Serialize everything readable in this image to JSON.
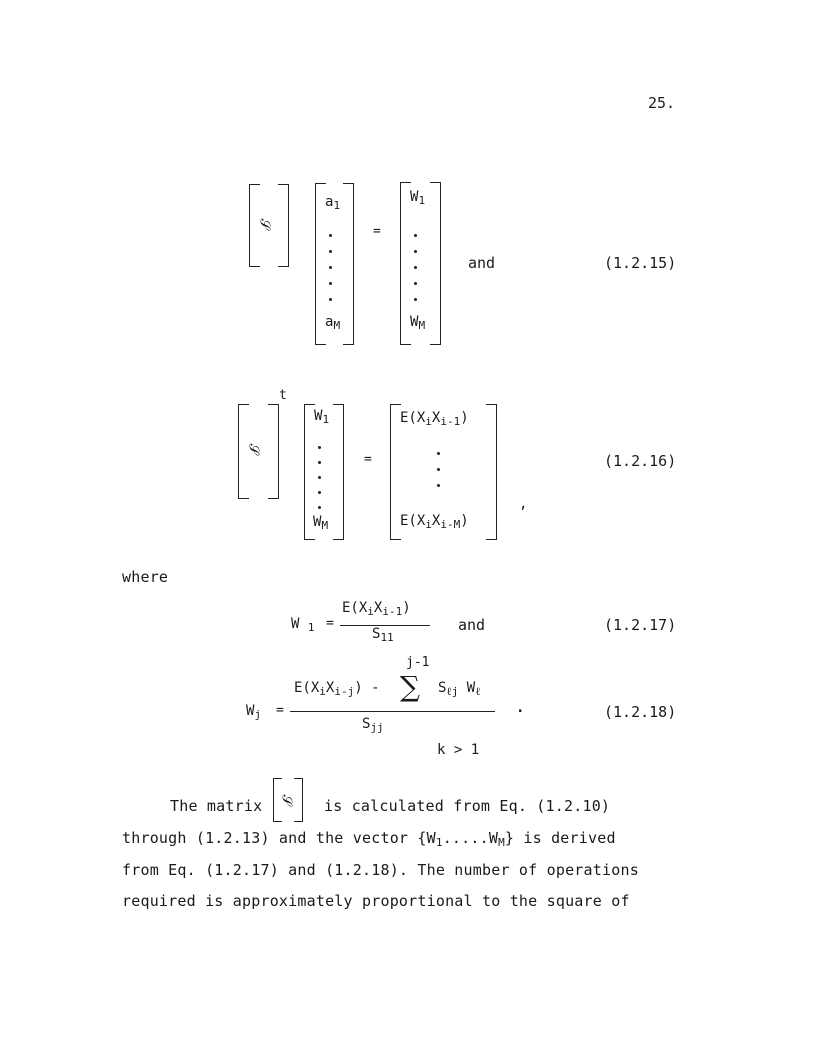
{
  "page": {
    "number": "25."
  },
  "eq_1_2_15": {
    "lhs_symbol": "𝒮",
    "vec_a_top": "a",
    "vec_a_top_sub": "1",
    "vec_a_bot": "a",
    "vec_a_bot_sub": "M",
    "equals": "=",
    "vec_w_top": "W",
    "vec_w_top_sub": "1",
    "vec_w_bot": "W",
    "vec_w_bot_sub": "M",
    "connector": "and",
    "number": "(1.2.15)"
  },
  "eq_1_2_16": {
    "lhs_symbol": "𝒮",
    "transpose": "t",
    "vec_w_top": "W",
    "vec_w_top_sub": "1",
    "vec_w_bot": "W",
    "vec_w_bot_sub": "M",
    "equals": "=",
    "rhs_top": "E(X",
    "rhs_top_sub1": "i",
    "rhs_top_mid": "X",
    "rhs_top_sub2": "i-1",
    "rhs_top_end": ")",
    "rhs_bot": "E(X",
    "rhs_bot_sub1": "i",
    "rhs_bot_mid": "X",
    "rhs_bot_sub2": "i-M",
    "rhs_bot_end": ")",
    "trailing": ",",
    "number": "(1.2.16)"
  },
  "where_label": "where",
  "eq_1_2_17": {
    "lhs": "W",
    "lhs_sub": "1",
    "equals": "=",
    "num": "E(X",
    "num_sub1": "i",
    "num_mid": "X",
    "num_sub2": "i-1",
    "num_end": ")",
    "den": "S",
    "den_sub": "11",
    "connector": "and",
    "number": "(1.2.17)"
  },
  "eq_1_2_18": {
    "lhs": "W",
    "lhs_sub": "j",
    "equals": "=",
    "sum_upper": "j-1",
    "num_a": "E(X",
    "num_a_sub1": "i",
    "num_a_mid": "X",
    "num_a_sub2": "i-j",
    "num_a_end": ")",
    "minus": "-",
    "sum_sign": "∑",
    "term_s": "S",
    "term_s_sub": "ℓj",
    "term_w": "W",
    "term_w_sub": "ℓ",
    "den": "S",
    "den_sub": "jj",
    "trailing": ".",
    "condition": "k > 1",
    "number": "(1.2.18)"
  },
  "paragraph": {
    "line1_pre": "The matrix",
    "line1_symbol": "𝒮",
    "line1_post": "is calculated from Eq. (1.2.10)",
    "line2_pre": "through (1.2.13) and the vector",
    "line2_vec": "{W",
    "line2_vec_sub1": "1",
    "line2_vec_mid": ".....W",
    "line2_vec_sub2": "M",
    "line2_vec_end": "}",
    "line2_post": "is derived",
    "line3": "from Eq. (1.2.17) and (1.2.18).  The number of operations",
    "line4": "required is approximately proportional to the square of"
  }
}
